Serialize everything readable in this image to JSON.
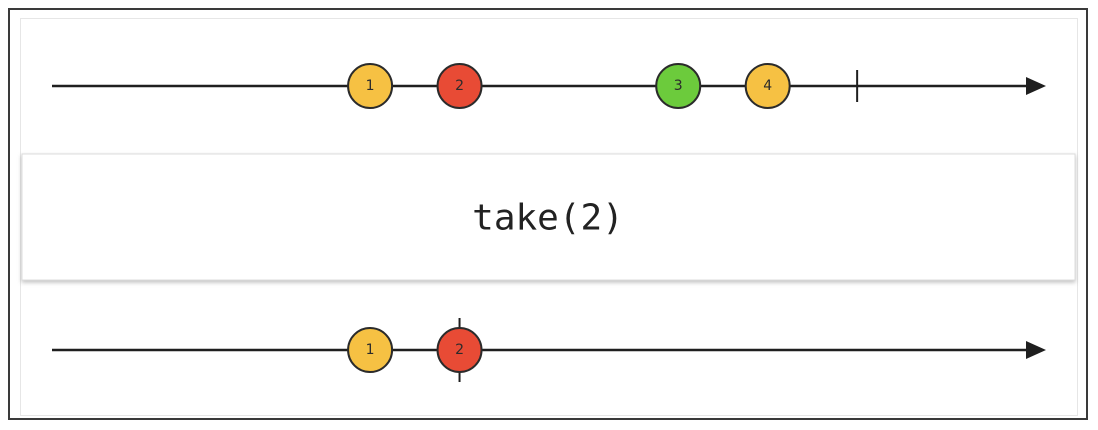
{
  "colors": {
    "line": "#1f1f1f",
    "marble_stroke": "#2b2b2b",
    "operator_bg": "#ffffff",
    "operator_border": "#dcdcdc"
  },
  "operator": {
    "label": "take(2)"
  },
  "input_stream": {
    "marbles": [
      {
        "label": "1",
        "color": "#f6c143",
        "t": 0.32
      },
      {
        "label": "2",
        "color": "#e84b35",
        "t": 0.41
      },
      {
        "label": "3",
        "color": "#6ccb3c",
        "t": 0.63
      },
      {
        "label": "4",
        "color": "#f6c143",
        "t": 0.72
      }
    ],
    "completion_t": 0.81
  },
  "output_stream": {
    "marbles": [
      {
        "label": "1",
        "color": "#f6c143",
        "t": 0.32
      },
      {
        "label": "2",
        "color": "#e84b35",
        "t": 0.41
      }
    ],
    "completion_t": 0.41
  }
}
